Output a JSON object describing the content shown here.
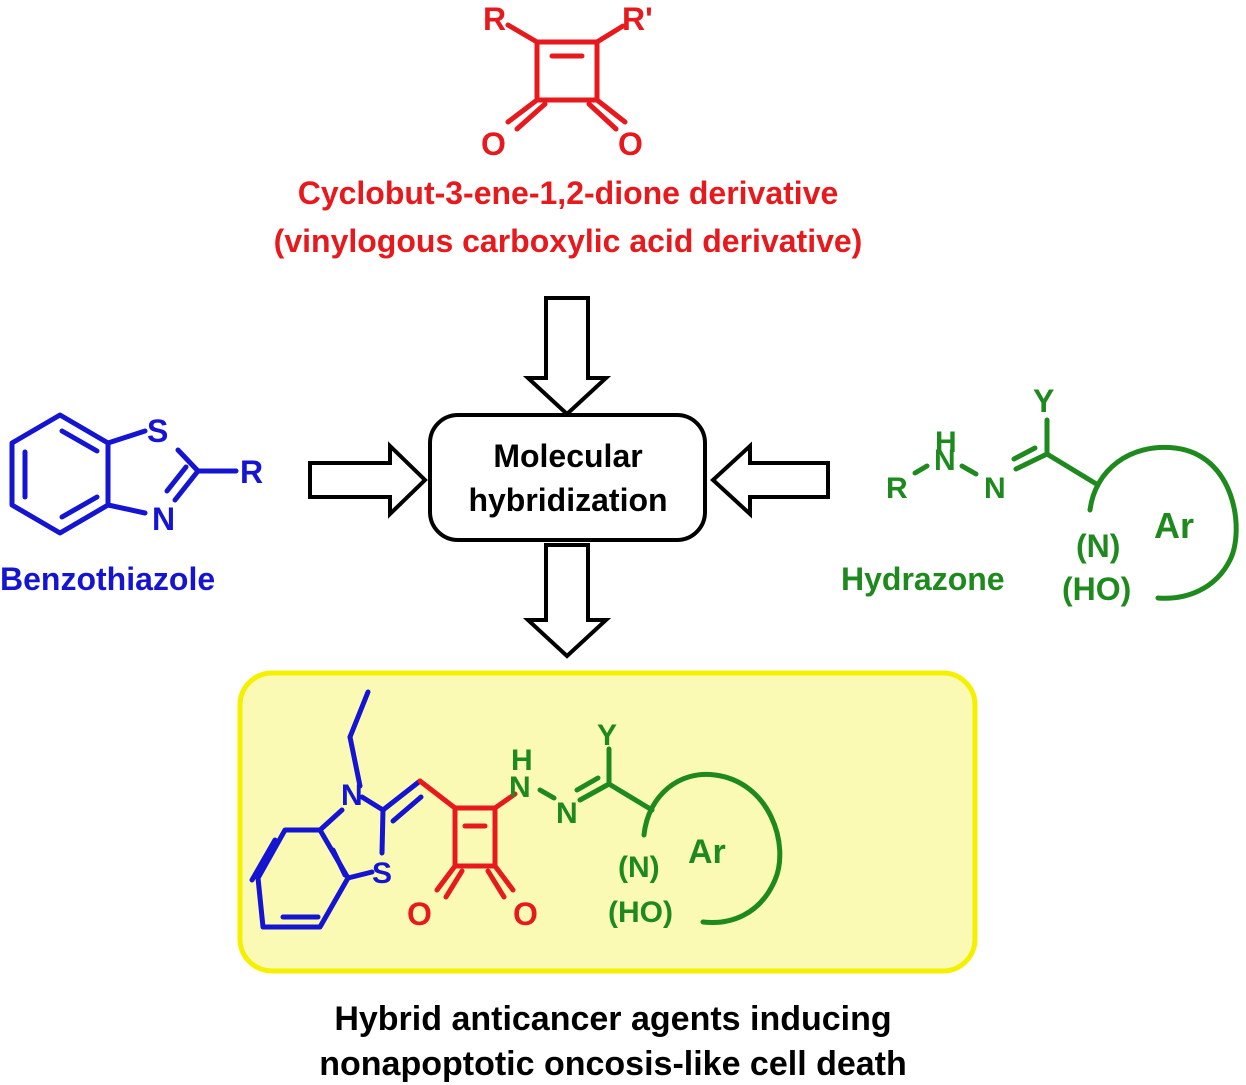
{
  "colors": {
    "cyclobutenedione": "#e8191c",
    "benzothiazole": "#1414d2",
    "hydrazone": "#1e8a1e",
    "highlight_fill": "#fafab4",
    "highlight_border": "#f5f000",
    "text": "#000000"
  },
  "top_fragment": {
    "substituent_left": "R",
    "substituent_right": "R'",
    "oxygen_left": "O",
    "oxygen_right": "O",
    "name_line1": "Cyclobut-3-ene-1,2-dione derivative",
    "name_line2": "(vinylogous carboxylic acid derivative)"
  },
  "left_fragment": {
    "atom_s": "S",
    "atom_n": "N",
    "substituent": "R",
    "name": "Benzothiazole"
  },
  "right_fragment": {
    "substituent": "R",
    "atom_h": "H",
    "atom_n1": "N",
    "atom_n2": "N",
    "atom_y": "Y",
    "ring_n": "(N)",
    "ring_ho": "(HO)",
    "ring_label": "Ar",
    "name": "Hydrazone"
  },
  "center_box": {
    "line1": "Molecular",
    "line2": "hybridization"
  },
  "hybrid": {
    "atom_n": "N",
    "atom_s": "S",
    "oxygen_left": "O",
    "oxygen_right": "O",
    "atom_h": "H",
    "atom_n1": "N",
    "atom_n2": "N",
    "atom_y": "Y",
    "ring_n": "(N)",
    "ring_ho": "(HO)",
    "ring_label": "Ar"
  },
  "caption": {
    "line1": "Hybrid anticancer agents inducing",
    "line2": "nonapoptotic oncosis-like cell death"
  }
}
